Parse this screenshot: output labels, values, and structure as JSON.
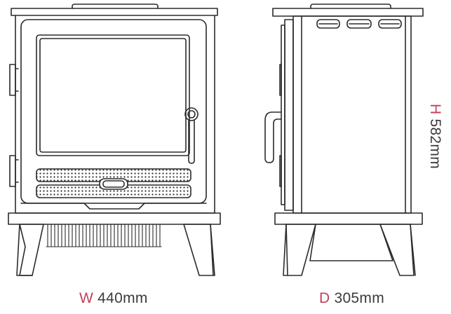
{
  "figure": {
    "type": "product-dimension-drawing",
    "line_color": "#2b2b2b",
    "accent_color": "#c0415a",
    "text_color": "#3b3b3b"
  },
  "dimensions": {
    "width": {
      "letter": "W",
      "value": "440mm"
    },
    "depth": {
      "letter": "D",
      "value": "305mm"
    },
    "height": {
      "letter": "H",
      "value": "582mm"
    }
  }
}
